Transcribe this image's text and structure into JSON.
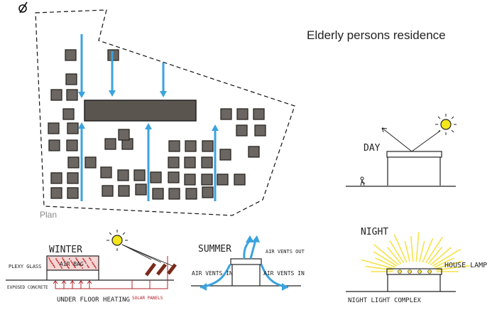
{
  "title": "Elderly persons residence",
  "plan_label": "Plan",
  "day": {
    "label": "DAY"
  },
  "night": {
    "label": "NIGHT",
    "house_lamp": "HOUSE LAMP",
    "caption": "NIGHT LIGHT COMPLEX"
  },
  "winter": {
    "label": "WINTER",
    "plexy_glass": "PLEXY GLASS",
    "air_bag": "AIR BAG",
    "exposed_concrete": "EXPOSED CONCRETE",
    "under_floor_heating": "UNDER FLOOR HEATING",
    "solar_panels": "SOLAR PANELS"
  },
  "summer": {
    "label": "SUMMER",
    "vents_out": "AIR VENTS OUT",
    "vents_in_left": "AIR VENTS IN",
    "vents_in_right": "AIR VENTS IN"
  },
  "colors": {
    "accent_blue": "#3aa3df",
    "unit_fill": "#6b6661",
    "unit_stroke": "#2a2622",
    "sun_yellow": "#f3e61c",
    "heat_red": "#b0202a",
    "lamp_yellow": "#f5e24a",
    "airbag_red": "#c74040"
  },
  "icons": [
    "north-arrow-icon",
    "sun-icon",
    "person-icon"
  ]
}
